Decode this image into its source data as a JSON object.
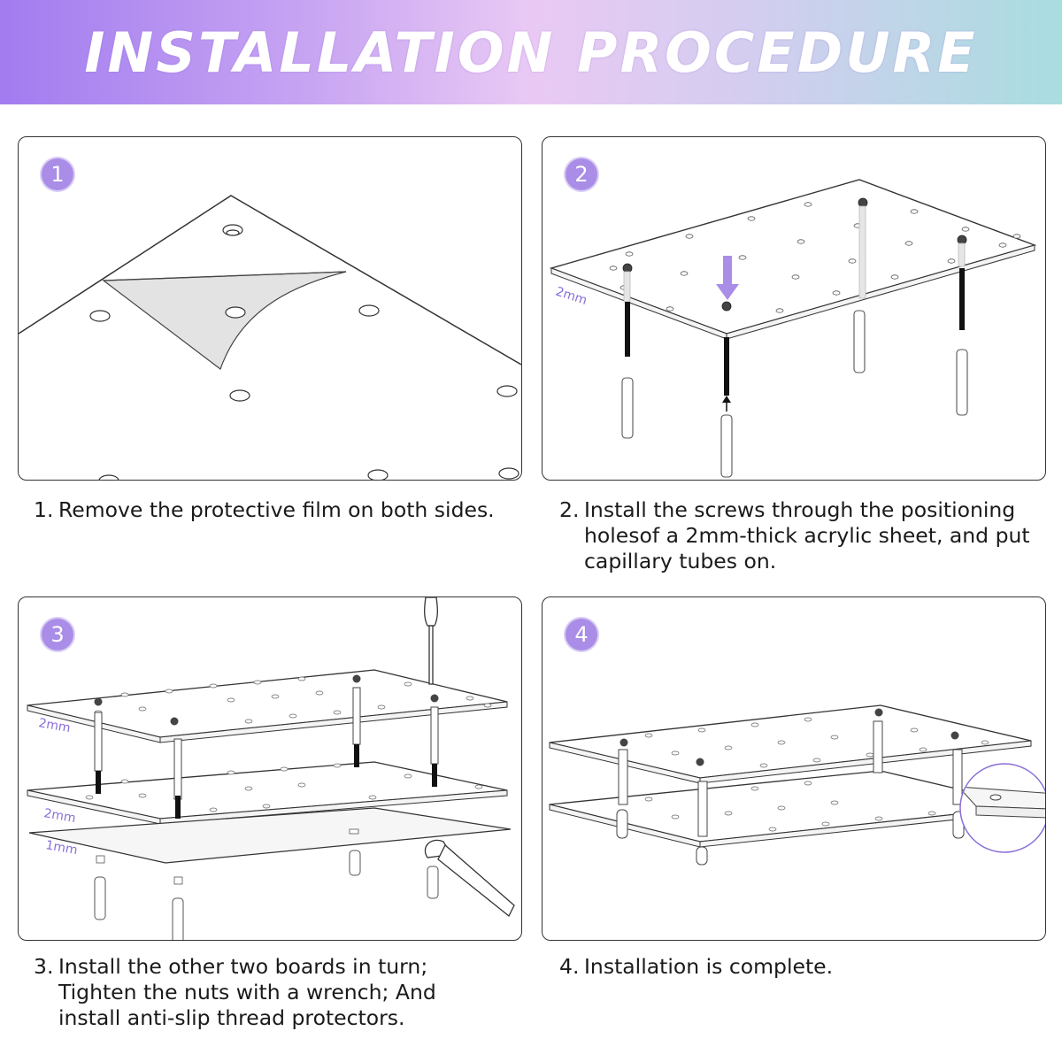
{
  "header": {
    "title": "INSTALLATION PROCEDURE"
  },
  "steps": [
    {
      "badge": "1",
      "number": "1.",
      "text": "Remove the protective film on both sides."
    },
    {
      "badge": "2",
      "number": "2.",
      "text": "Install the screws through the positioning holesof a 2mm-thick acrylic sheet, and put capillary tubes on."
    },
    {
      "badge": "3",
      "number": "3.",
      "text": "Install the other two boards in turn; Tighten the nuts with a wrench; And install anti-slip thread protectors."
    },
    {
      "badge": "4",
      "number": "4.",
      "text": "Installation is complete."
    }
  ],
  "labels": {
    "thickness_2mm": "2mm",
    "thickness_1mm": "1mm"
  },
  "colors": {
    "accent": "#a98de6",
    "banner_start": "#a27cf0",
    "banner_end": "#a9dde0"
  }
}
